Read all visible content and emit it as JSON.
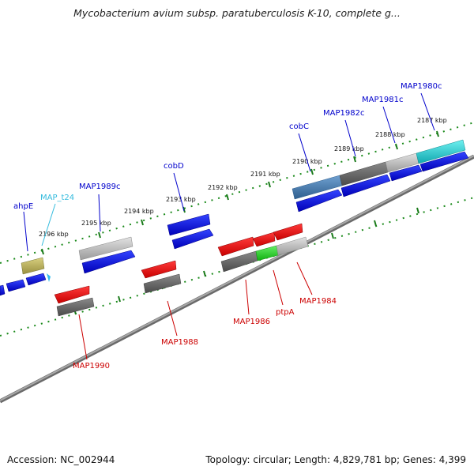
{
  "title": "Mycobacterium avium subsp. paratuberculosis K-10, complete g...",
  "footer": {
    "accession": "Accession: NC_002944",
    "summary": "Topology: circular; Length: 4,829,781 bp; Genes: 4,399"
  },
  "colors": {
    "forward_cds": "#0000e0",
    "reverse_cds": "#e00000",
    "forward_label": "#0000cc",
    "reverse_label": "#cc0000",
    "trna_label": "#33bbdd",
    "ruler_tick": "#1a7a1a",
    "backbone": "#888888"
  },
  "kbp_labels": [
    "2196 kbp",
    "2195 kbp",
    "2194 kbp",
    "2193 kbp",
    "2192 kbp",
    "2191 kbp",
    "2190 kbp",
    "2189 kbp",
    "2188 kbp",
    "2187 kbp"
  ],
  "gene_labels_forward": [
    "ahpE",
    "MAP_t24",
    "MAP1989c",
    "cobD",
    "cobC",
    "MAP1982c",
    "MAP1981c",
    "MAP1980c"
  ],
  "gene_labels_reverse": [
    "MAP1990",
    "MAP1988",
    "MAP1986",
    "ptpA",
    "MAP1984"
  ]
}
